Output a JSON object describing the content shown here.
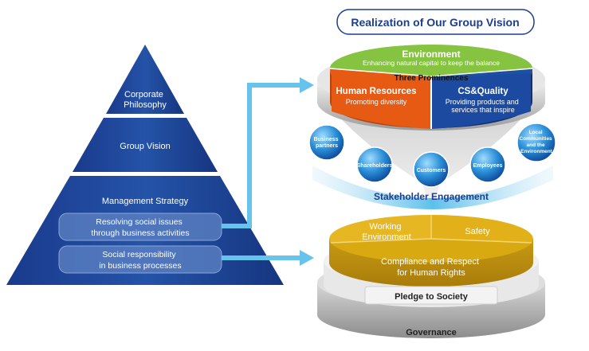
{
  "vision_title": "Realization of Our Group Vision",
  "pyramid": {
    "tier1": [
      "Corporate",
      "Philosophy"
    ],
    "tier2": "Group Vision",
    "tier3": "Management Strategy",
    "box1": [
      "Resolving social issues",
      "through business activities"
    ],
    "box2": [
      "Social responsibility",
      "in business processes"
    ]
  },
  "upper_pie": {
    "caption": "Three Prominences",
    "environment": {
      "title": "Environment",
      "sub": "Enhancing natural capital to keep the balance"
    },
    "human": {
      "title": "Human Resources",
      "sub": "Promoting diversity"
    },
    "csq": {
      "title": "CS&Quality",
      "sub": [
        "Providing products and",
        "services that inspire"
      ]
    }
  },
  "stakeholders": {
    "business": [
      "Business",
      "partners"
    ],
    "shareholders": "Shareholders",
    "customers": "Customers",
    "employees": "Employees",
    "local": [
      "Local",
      "Communities",
      "and the",
      "Environment"
    ],
    "band": "Stakeholder Engagement"
  },
  "lower_pie": {
    "working": [
      "Working",
      "Environment"
    ],
    "safety": "Safety",
    "compliance": [
      "Compliance and Respect",
      "for Human Rights"
    ],
    "pledge": "Pledge to Society",
    "governance": "Governance"
  },
  "colors": {
    "navy": "#1c3e8e",
    "blue": "#1d4fa3",
    "green": "#7fbf3f",
    "orange": "#e65a14",
    "gold": "#e2b521",
    "sky": "#5cc0ea"
  }
}
